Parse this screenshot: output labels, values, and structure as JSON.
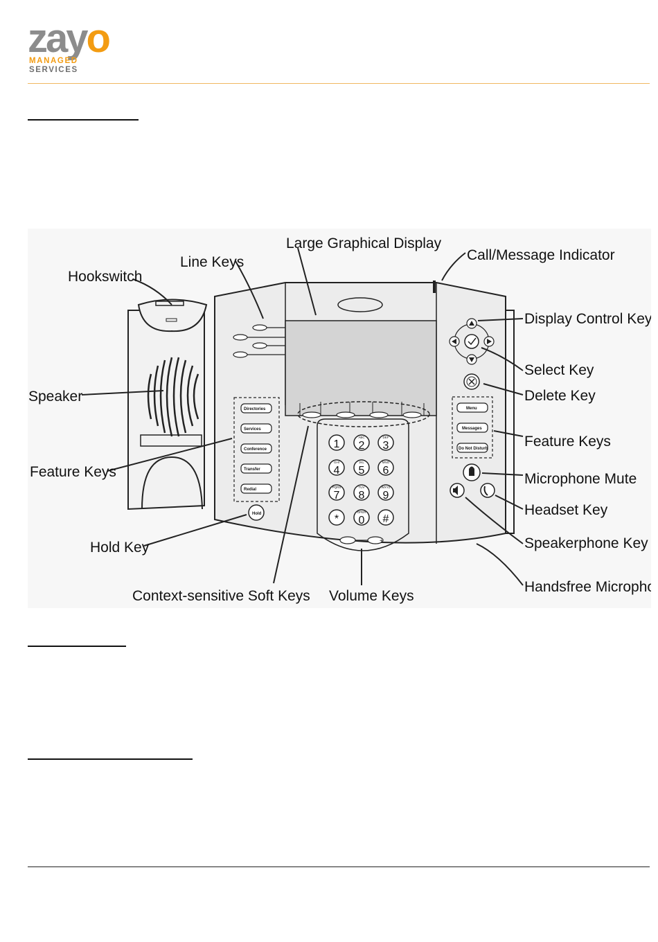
{
  "logo": {
    "brand_prefix": "zay",
    "brand_o": "o",
    "line1": "MANAGED",
    "line2": "SERVICES",
    "colors": {
      "orange": "#f39c12",
      "gray": "#8c8c8c"
    }
  },
  "diagram": {
    "callouts": {
      "hookswitch": "Hookswitch",
      "line_keys": "Line Keys",
      "large_display": "Large Graphical Display",
      "call_indicator": "Call/Message Indicator",
      "display_control": "Display Control Keys",
      "select_key": "Select Key",
      "delete_key": "Delete Key",
      "feature_keys_right": "Feature Keys",
      "mic_mute": "Microphone Mute",
      "headset_key": "Headset Key",
      "speakerphone_key": "Speakerphone Key",
      "handsfree_mic": "Handsfree Microphone",
      "speaker": "Speaker",
      "feature_keys_left": "Feature Keys",
      "hold_key": "Hold Key",
      "soft_keys": "Context-sensitive Soft Keys",
      "volume_keys": "Volume Keys"
    },
    "left_feature_buttons": [
      "Directories",
      "Services",
      "Conference",
      "Transfer",
      "Redial"
    ],
    "right_feature_buttons": [
      "Menu",
      "Messages",
      "Do Not Disturb"
    ],
    "hold_button": "Hold",
    "keypad": [
      {
        "digit": "1",
        "letters": ""
      },
      {
        "digit": "2",
        "letters": "ABC"
      },
      {
        "digit": "3",
        "letters": "DEF"
      },
      {
        "digit": "4",
        "letters": "GHI"
      },
      {
        "digit": "5",
        "letters": "JKL"
      },
      {
        "digit": "6",
        "letters": "MNO"
      },
      {
        "digit": "7",
        "letters": "PQRS"
      },
      {
        "digit": "8",
        "letters": "TUV"
      },
      {
        "digit": "9",
        "letters": "WXYZ"
      },
      {
        "digit": "*",
        "letters": ""
      },
      {
        "digit": "0",
        "letters": "OPER"
      },
      {
        "digit": "#",
        "letters": ""
      }
    ]
  }
}
